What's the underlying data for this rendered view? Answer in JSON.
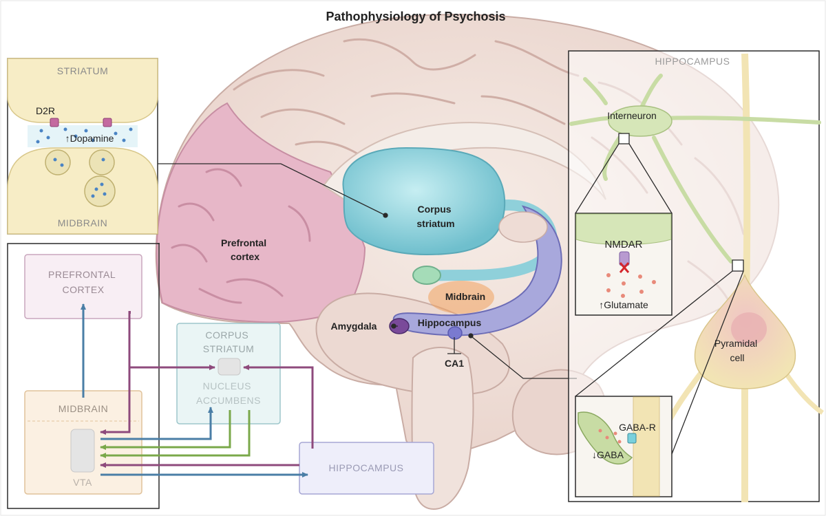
{
  "title": "Pathophysiology of Psychosis",
  "brain": {
    "prefrontal_cortex": "Prefrontal\ncortex",
    "corpus_striatum": "Corpus\nstriatum",
    "midbrain": "Midbrain",
    "amygdala": "Amygdala",
    "hippocampus": "Hippocampus",
    "ca1": "CA1"
  },
  "synapse_inset": {
    "top_label": "STRIATUM",
    "bottom_label": "MIDBRAIN",
    "receptor_label": "D2R",
    "transmitter_label": "↑Dopamine"
  },
  "circuit": {
    "prefrontal_cortex": "PREFRONTAL\nCORTEX",
    "corpus_striatum": "CORPUS\nSTRIATUM",
    "nucleus_accumbens": "NUCLEUS\nACCUMBENS",
    "midbrain": "MIDBRAIN",
    "vta": "VTA",
    "hippocampus": "HIPPOCAMPUS"
  },
  "hippocampus_panel": {
    "title": "HIPPOCAMPUS",
    "interneuron": "Interneuron",
    "pyramidal_cell": "Pyramidal\ncell",
    "nmdar": "NMDAR",
    "glutamate": "↑Glutamate",
    "gaba_r": "GABA-R",
    "gaba": "↓GABA"
  },
  "colors": {
    "cortex_pink": "#e7b7c8",
    "brain_beige": "#f1e6e0",
    "striatum_blue": "#8fd0da",
    "hippocampus_purple": "#a8a8dc",
    "midbrain_orange": "#f0a35e",
    "arrow_blue": "#4a7ea6",
    "arrow_purple": "#8e4a7c",
    "arrow_green": "#7aa84a",
    "neuron_green": "#c8dca4",
    "pyramidal_yellow": "#f2e4b4"
  }
}
